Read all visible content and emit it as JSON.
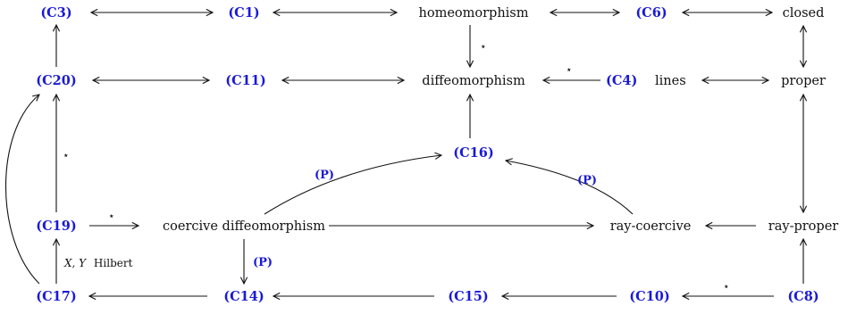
{
  "colors": {
    "condition": "#1a1ad6",
    "text": "#111111",
    "edge": "#111111"
  },
  "nodes": {
    "c3": "(C3)",
    "c1": "(C1)",
    "homeomorphism": "homeomorphism",
    "c6": "(C6)",
    "closed": "closed",
    "c20": "(C20)",
    "c11": "(C11)",
    "diffeomorphism": "diffeomorphism",
    "c4": "(C4)",
    "lines": "lines",
    "proper": "proper",
    "c16": "(C16)",
    "c19": "(C19)",
    "coercive_diffeomorphism": "coercive diffeomorphism",
    "ray_coercive": "ray-coercive",
    "ray_proper": "ray-proper",
    "c17": "(C17)",
    "c14": "(C14)",
    "c15": "(C15)",
    "c10": "(C10)",
    "c8": "(C8)"
  },
  "edge_labels": {
    "star": "⋆",
    "p": "(P)",
    "xy_vars": "X, Y",
    "hilbert": "Hilbert"
  }
}
